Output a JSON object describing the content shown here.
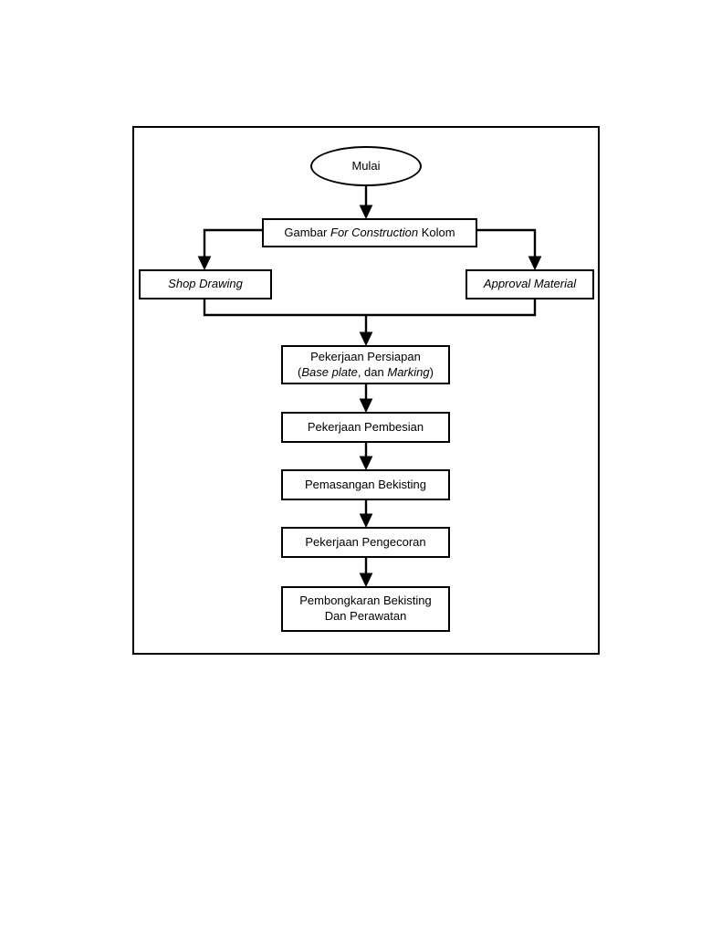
{
  "diagram": {
    "type": "flowchart",
    "orientation": "top-to-bottom",
    "language": "id",
    "frame": {
      "border_color": "#000000",
      "background": "#ffffff"
    },
    "nodes": [
      {
        "id": "mulai",
        "shape": "ellipse",
        "label": "Mulai"
      },
      {
        "id": "gambar",
        "shape": "rectangle",
        "label_parts": [
          {
            "text": "Gambar ",
            "italic": false
          },
          {
            "text": "For Construction",
            "italic": true
          },
          {
            "text": " Kolom",
            "italic": false
          }
        ],
        "label_plain": "Gambar For Construction Kolom"
      },
      {
        "id": "shop-drawing",
        "shape": "rectangle",
        "label": "Shop Drawing",
        "italic": true
      },
      {
        "id": "approval-material",
        "shape": "rectangle",
        "label": "Approval Material",
        "italic": true
      },
      {
        "id": "persiapan",
        "shape": "rectangle",
        "line1": "Pekerjaan Persiapan",
        "line2_parts": [
          {
            "text": "(",
            "italic": false
          },
          {
            "text": "Base plate",
            "italic": true
          },
          {
            "text": ", dan ",
            "italic": false
          },
          {
            "text": "Marking",
            "italic": true
          },
          {
            "text": ")",
            "italic": false
          }
        ],
        "label_plain": "Pekerjaan Persiapan (Base plate, dan Marking)"
      },
      {
        "id": "pembesian",
        "shape": "rectangle",
        "label": "Pekerjaan Pembesian"
      },
      {
        "id": "bekisting",
        "shape": "rectangle",
        "label": "Pemasangan Bekisting"
      },
      {
        "id": "pengecoran",
        "shape": "rectangle",
        "label": "Pekerjaan Pengecoran"
      },
      {
        "id": "pembongkaran",
        "shape": "rectangle",
        "line1": "Pembongkaran Bekisting",
        "line2": "Dan Perawatan",
        "label_plain": "Pembongkaran Bekisting Dan Perawatan"
      }
    ],
    "edges": [
      {
        "from": "mulai",
        "to": "gambar",
        "style": "straight-arrow"
      },
      {
        "from": "gambar",
        "to": "shop-drawing",
        "style": "elbow-arrow"
      },
      {
        "from": "gambar",
        "to": "approval-material",
        "style": "elbow-arrow"
      },
      {
        "from": "shop-drawing",
        "to": "persiapan",
        "style": "merge-elbow-arrow"
      },
      {
        "from": "approval-material",
        "to": "persiapan",
        "style": "merge-elbow-arrow"
      },
      {
        "from": "persiapan",
        "to": "pembesian",
        "style": "straight-arrow"
      },
      {
        "from": "pembesian",
        "to": "bekisting",
        "style": "straight-arrow"
      },
      {
        "from": "bekisting",
        "to": "pengecoran",
        "style": "straight-arrow"
      },
      {
        "from": "pengecoran",
        "to": "pembongkaran",
        "style": "straight-arrow"
      }
    ]
  }
}
